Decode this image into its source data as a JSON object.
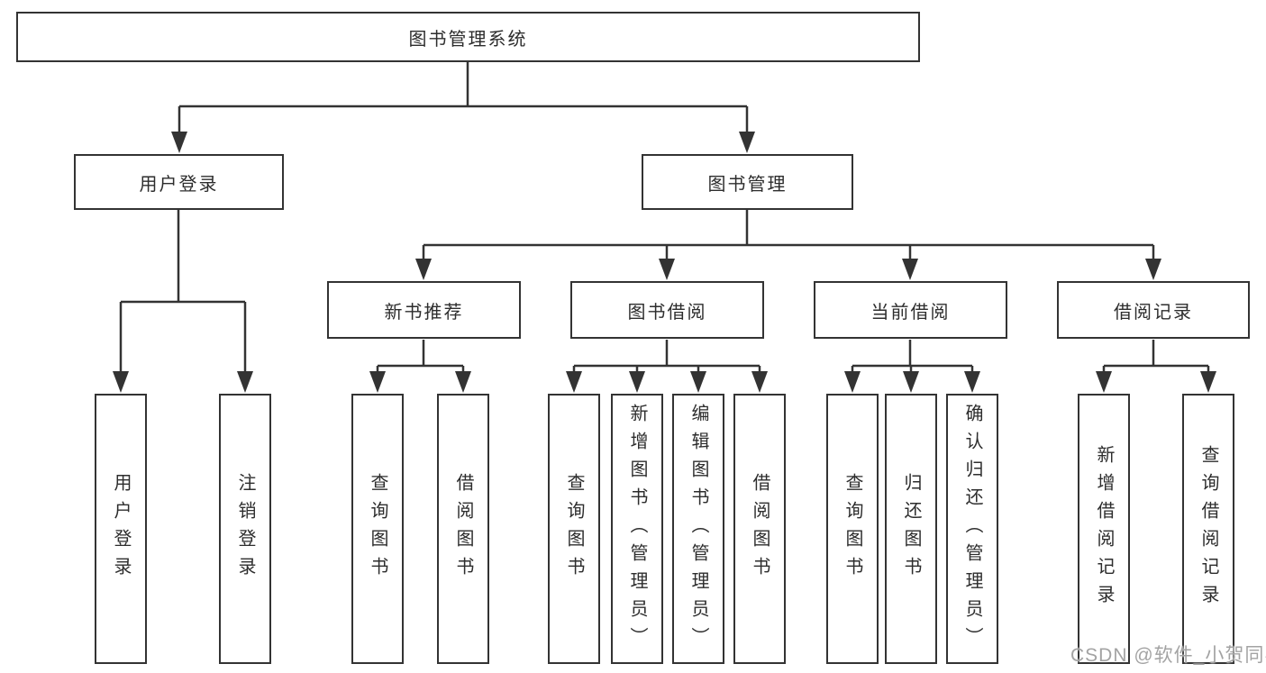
{
  "tree": {
    "root": {
      "label": "图书管理系统"
    },
    "branches": [
      {
        "label": "用户登录",
        "children": [
          {
            "label": "用户登录"
          },
          {
            "label": "注销登录"
          }
        ]
      },
      {
        "label": "图书管理",
        "groups": [
          {
            "label": "新书推荐",
            "children": [
              {
                "label": "查询图书"
              },
              {
                "label": "借阅图书"
              }
            ]
          },
          {
            "label": "图书借阅",
            "children": [
              {
                "label": "查询图书"
              },
              {
                "label": "新增图书（管理员）"
              },
              {
                "label": "编辑图书（管理员）"
              },
              {
                "label": "借阅图书"
              }
            ]
          },
          {
            "label": "当前借阅",
            "children": [
              {
                "label": "查询图书"
              },
              {
                "label": "归还图书"
              },
              {
                "label": "确认归还（管理员）"
              }
            ]
          },
          {
            "label": "借阅记录",
            "children": [
              {
                "label": "新增借阅记录"
              },
              {
                "label": "查询借阅记录"
              }
            ]
          }
        ]
      }
    ]
  },
  "watermark": {
    "text": "CSDN @软件_小贺同学"
  },
  "colors": {
    "line": "#333333",
    "box_border": "#333333",
    "text": "#2d2d2d",
    "background": "#ffffff",
    "watermark": "#a3a3a3"
  }
}
